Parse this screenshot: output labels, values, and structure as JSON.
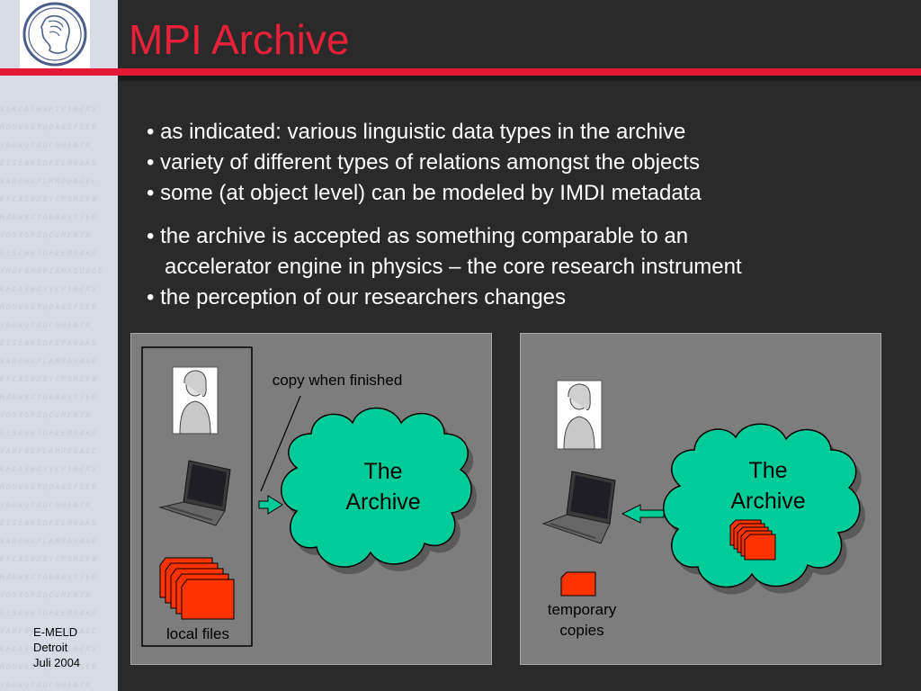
{
  "slide": {
    "title": "MPI Archive",
    "bullets_group1": [
      "• as indicated: various linguistic data types in the archive",
      "• variety of different types of relations amongst the objects",
      "• some (at object level) can be modeled by IMDI metadata"
    ],
    "bullets_group2": [
      "• the archive is accepted as something comparable to an",
      "   accelerator engine in physics – the core research instrument",
      "• the perception of our researchers changes"
    ]
  },
  "footer": {
    "line1": "E-MELD",
    "line2": "Detroit",
    "line3": "Juli 2004"
  },
  "diagram_left": {
    "copy_label": "copy when finished",
    "cloud_line1": "The",
    "cloud_line2": "Archive",
    "files_label": "local files"
  },
  "diagram_right": {
    "cloud_line1": "The",
    "cloud_line2": "Archive",
    "temp_line1": "temporary",
    "temp_line2": "copies"
  },
  "colors": {
    "title_red": "#e8203a",
    "cloud_green": "#00cc99",
    "file_red": "#ff3300",
    "panel_gray": "#7d7d7d"
  },
  "icons": [
    "max-planck-logo",
    "person-icon",
    "laptop-icon",
    "file-stack-icon",
    "arrow-icon",
    "cloud-icon"
  ]
}
